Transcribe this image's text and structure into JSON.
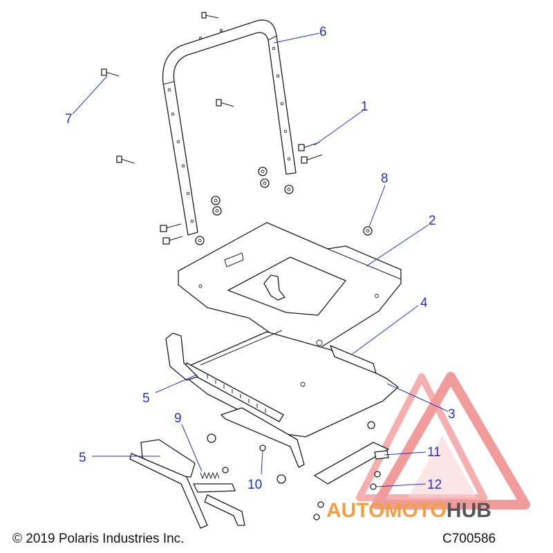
{
  "diagram": {
    "callouts": [
      {
        "id": "1",
        "label": "1"
      },
      {
        "id": "2",
        "label": "2"
      },
      {
        "id": "3",
        "label": "3"
      },
      {
        "id": "4",
        "label": "4"
      },
      {
        "id": "5a",
        "label": "5"
      },
      {
        "id": "5b",
        "label": "5"
      },
      {
        "id": "6",
        "label": "6"
      },
      {
        "id": "7",
        "label": "7"
      },
      {
        "id": "8",
        "label": "8"
      },
      {
        "id": "9",
        "label": "9"
      },
      {
        "id": "10",
        "label": "10"
      },
      {
        "id": "11",
        "label": "11"
      },
      {
        "id": "12",
        "label": "12"
      }
    ],
    "callout_color": "#2230c8",
    "line_color": "#1a1a1a"
  },
  "footer": {
    "copyright": "© 2019 Polaris Industries Inc.",
    "diagram_code": "C700586"
  },
  "watermark": {
    "text_primary": "AUTOMOTO",
    "text_secondary": "HUB",
    "color_primary": "#f0a040",
    "color_secondary": "#555555",
    "triangle_color": "#e84a4a"
  }
}
